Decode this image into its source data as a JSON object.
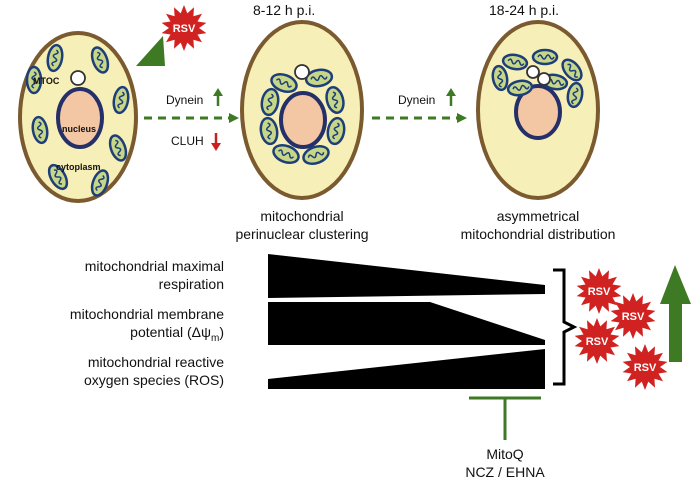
{
  "colors": {
    "cell_fill": "#f7efb8",
    "cell_edge": "#7a5a2e",
    "nucleus_fill": "#f3c7a3",
    "nucleus_edge": "#25306a",
    "mito_fill": "#c7d787",
    "mito_edge": "#1d3e78",
    "arrow_green": "#3e7a23",
    "arrow_red": "#cc1f1f",
    "virus_red": "#d12222",
    "wedge_black": "#000000"
  },
  "timepoints": {
    "t2": "8-12 h p.i.",
    "t3": "18-24 h p.i."
  },
  "cell1": {
    "mtoc": "MTOC",
    "nucleus": "nucleus",
    "cytoplasm": "cytoplasm"
  },
  "virus_label": "RSV",
  "arrow1": {
    "dynein": "Dynein",
    "dynein_change": "up",
    "cluh": "CLUH",
    "cluh_change": "down"
  },
  "arrow2": {
    "dynein": "Dynein",
    "dynein_change": "up"
  },
  "captions": {
    "c2_line1": "mitochondrial",
    "c2_line2": "perinuclear clustering",
    "c3_line1": "asymmetrical",
    "c3_line2": "mitochondrial distribution"
  },
  "rows": [
    {
      "line1": "mitochondrial maximal",
      "line2": "respiration",
      "trend": "decreasing"
    },
    {
      "line1": "mitochondrial membrane",
      "line2_pre": "potential  (Δψ",
      "line2_sub": "m",
      "line2_post": ")",
      "trend": "decreasing"
    },
    {
      "line1": "mitochondrial reactive",
      "line2": "oxygen species (ROS)",
      "trend": "increasing"
    }
  ],
  "inhibitor": {
    "line1": "MitoQ",
    "line2": "NCZ / EHNA"
  },
  "virus_titer_trend": "increasing"
}
